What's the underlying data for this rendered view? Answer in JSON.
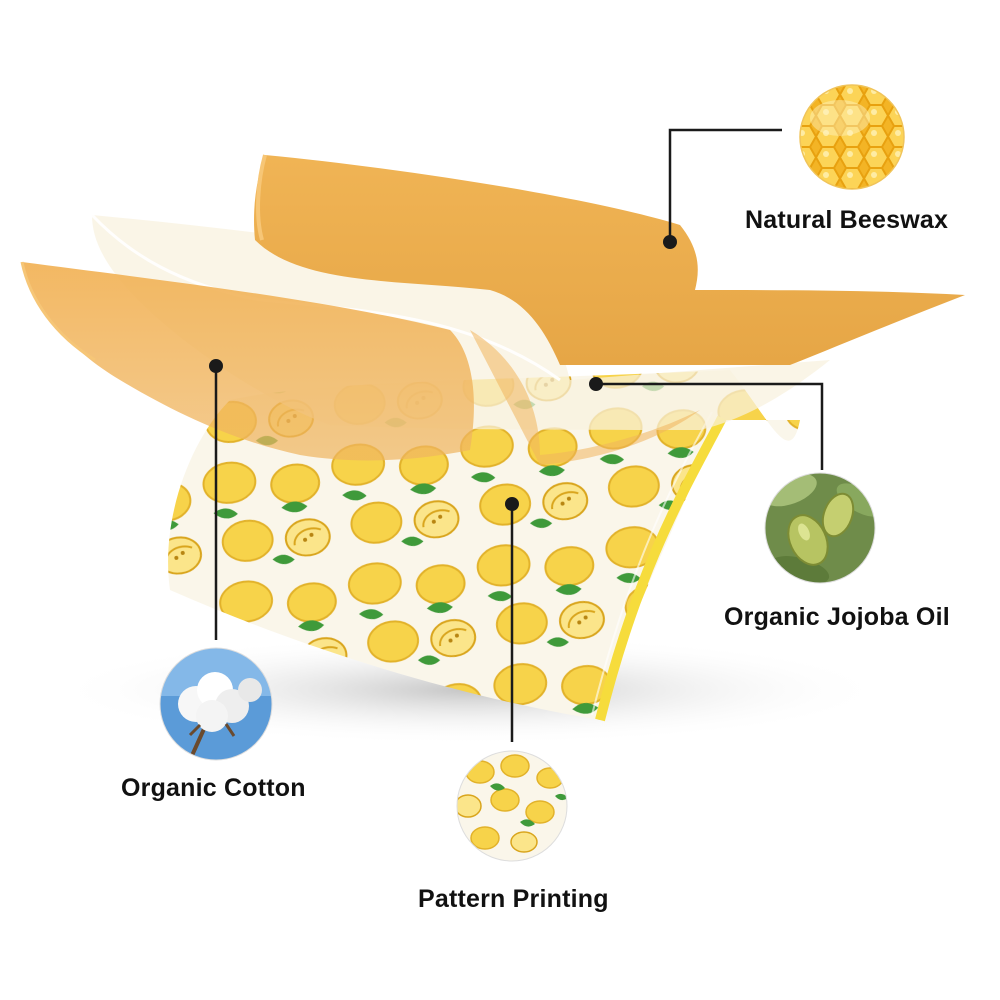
{
  "callouts": [
    {
      "id": "beeswax",
      "label": "Natural Beeswax",
      "icon": "honeycomb-icon"
    },
    {
      "id": "jojoba",
      "label": "Organic Jojoba Oil",
      "icon": "jojoba-fruit-icon"
    },
    {
      "id": "cotton",
      "label": "Organic Cotton",
      "icon": "cotton-boll-icon"
    },
    {
      "id": "pattern",
      "label": "Pattern Printing",
      "icon": "lemon-pattern-icon"
    }
  ],
  "colors": {
    "beeswax_layer": "#e9a94a",
    "beeswax_layer_light": "#f3c27a",
    "oil_layer": "#f6efdc",
    "cotton_background": "#faf6ea",
    "lemon": "#f7d34a",
    "lemon_outline": "#d9a51d",
    "leaf": "#3f9a3a",
    "leader_line": "#1a1a1a",
    "label_text": "#111111"
  }
}
